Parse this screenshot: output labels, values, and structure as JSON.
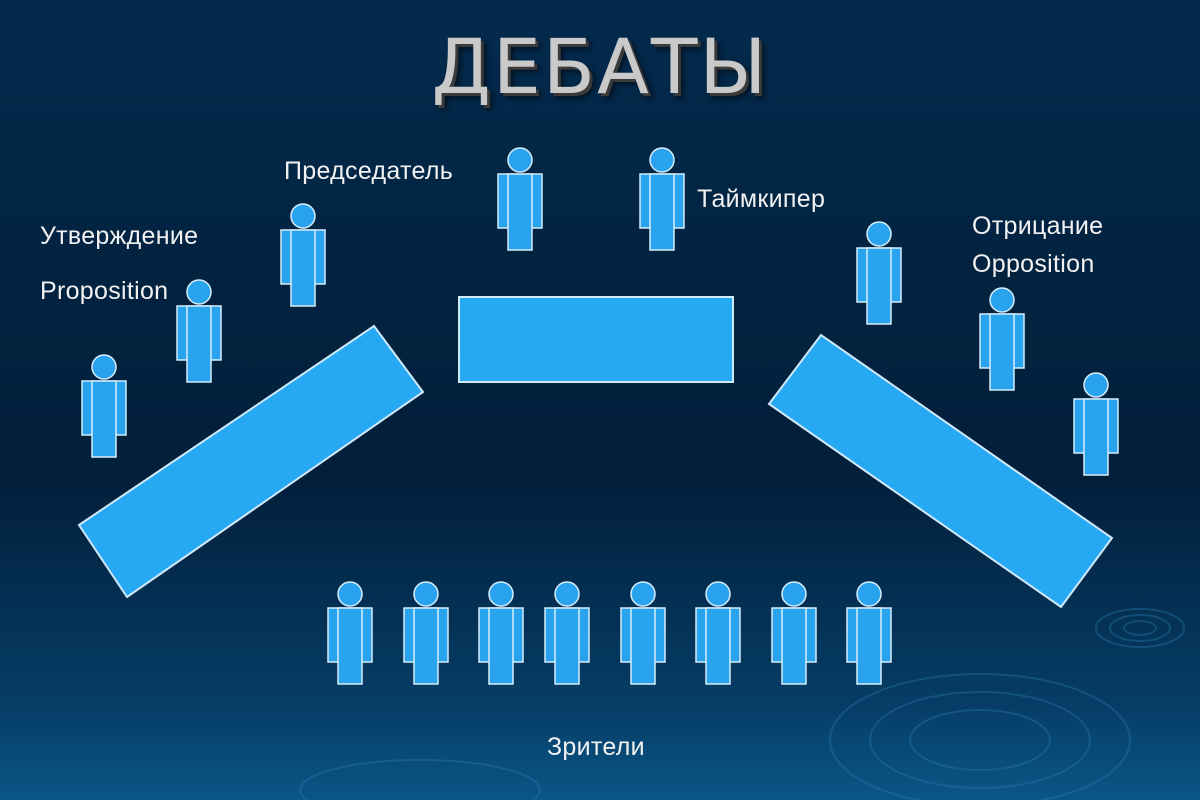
{
  "title": "ДЕБАТЫ",
  "labels": {
    "proposition_ru": "Утверждение",
    "proposition_en": "Proposition",
    "chair": "Председатель",
    "timekeeper": "Таймкипер",
    "opposition_ru": "Отрицание",
    "opposition_en": "Opposition",
    "audience": "Зрители"
  },
  "colors": {
    "figure_fill": "#2aa3ee",
    "figure_stroke": "#d6ecfb",
    "table_fill": "#27a8f3",
    "title_text": "#c9c9c9",
    "label_text": "#f2f2f2"
  },
  "icons": [
    "person-icon",
    "ripple-decoration"
  ]
}
